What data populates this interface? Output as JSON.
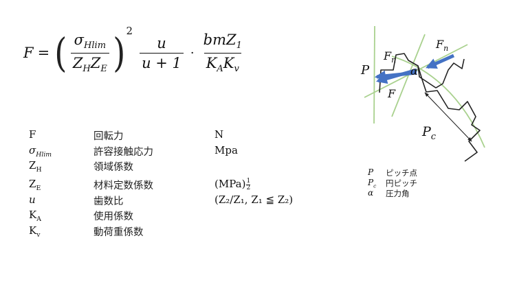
{
  "formula": {
    "lhs": "F",
    "eq": "=",
    "sigma": "σ",
    "sigma_sub": "Hlim",
    "z_h": "Z",
    "z_h_sub": "H",
    "z_e": "Z",
    "z_e_sub": "E",
    "exponent": "2",
    "u_num": "u",
    "u_den": "u + 1",
    "dot": "·",
    "bm": "bmZ",
    "bm_sub": "1",
    "ka": "K",
    "ka_sub": "A",
    "kv": "K",
    "kv_sub": "v"
  },
  "symbols": [
    {
      "sym": "F",
      "sub": "",
      "name": "回転力",
      "unit": "N"
    },
    {
      "sym": "σ",
      "sub": "Hlim",
      "name": "許容接触応力",
      "unit": "Mpa"
    },
    {
      "sym": "Z",
      "sub": "H",
      "name": "領域係数",
      "unit": ""
    },
    {
      "sym": "Z",
      "sub": "E",
      "name": "材料定数係数",
      "unit": "(MPa)"
    },
    {
      "sym": "u",
      "sub": "",
      "name": "歯数比",
      "unit": "(Z₂/Z₁, Z₁ ≦ Z₂)"
    },
    {
      "sym": "K",
      "sub": "A",
      "name": "使用係数",
      "unit": ""
    },
    {
      "sym": "K",
      "sub": "v",
      "name": "動荷重係数",
      "unit": ""
    }
  ],
  "unit_fraction": {
    "num": "1",
    "den": "2"
  },
  "diagram": {
    "labels": {
      "P": "P",
      "Fn_left": "F",
      "Fn_left_sub": "n",
      "Fn_right": "F",
      "Fn_right_sub": "n",
      "alpha": "α",
      "F": "F",
      "Pc": "P",
      "Pc_sub": "c"
    },
    "colors": {
      "arrow": "#4472c4",
      "green": "#a9d18e",
      "curve": "#222222"
    }
  },
  "legend": [
    {
      "sym": "P",
      "text": "ピッチ点"
    },
    {
      "sym": "Pc",
      "text": "円ピッチ"
    },
    {
      "sym": "α",
      "text": "圧力角"
    }
  ]
}
